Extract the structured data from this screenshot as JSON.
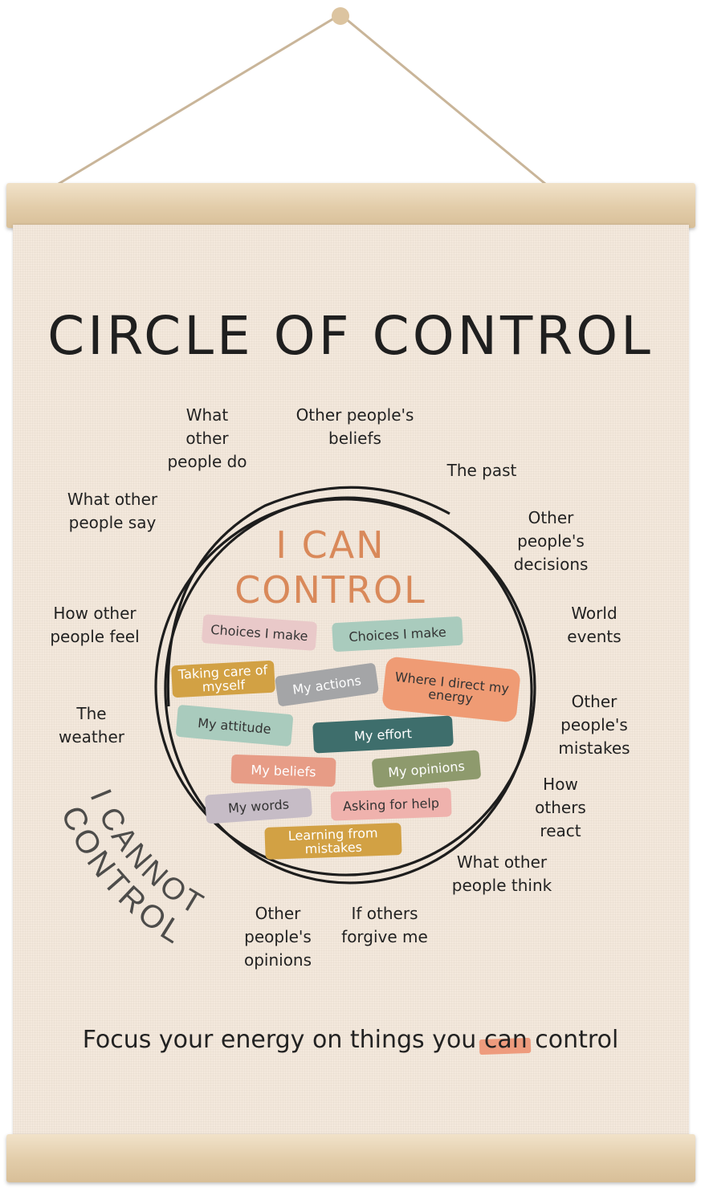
{
  "title": "CIRCLE OF CONTROL",
  "inner_heading": {
    "line1": "I CAN",
    "line2": "CONTROL"
  },
  "outer_heading": {
    "line1": "I CANNOT",
    "line2": "CONTROL"
  },
  "can_control_items": [
    "Choices I make",
    "Choices I make",
    "Taking care of myself",
    "My actions",
    "Where I direct my energy",
    "My attitude",
    "My effort",
    "My beliefs",
    "My opinions",
    "My words",
    "Asking for help",
    "Learning from mistakes"
  ],
  "cannot_control_items": [
    "What other people do",
    "Other people's beliefs",
    "The past",
    "What other people say",
    "Other people's decisions",
    "How other people feel",
    "World events",
    "The weather",
    "Other people's mistakes",
    "How others react",
    "What other people think",
    "Other people's opinions",
    "If others forgive me"
  ],
  "footer": {
    "before": "Focus your energy on things you ",
    "highlight": "can",
    "after": " control"
  },
  "colors": {
    "pink": "#e9c9c9",
    "sage": "#a9cbbd",
    "mustard": "#d2a144",
    "grey": "#a4a5a7",
    "orange": "#ef9b74",
    "teal": "#3e6e6c",
    "salmon": "#e79c86",
    "olive": "#8e9a6d",
    "mauve": "#c6bcc6",
    "blush": "#efb2ad",
    "accent": "#d9895a"
  }
}
